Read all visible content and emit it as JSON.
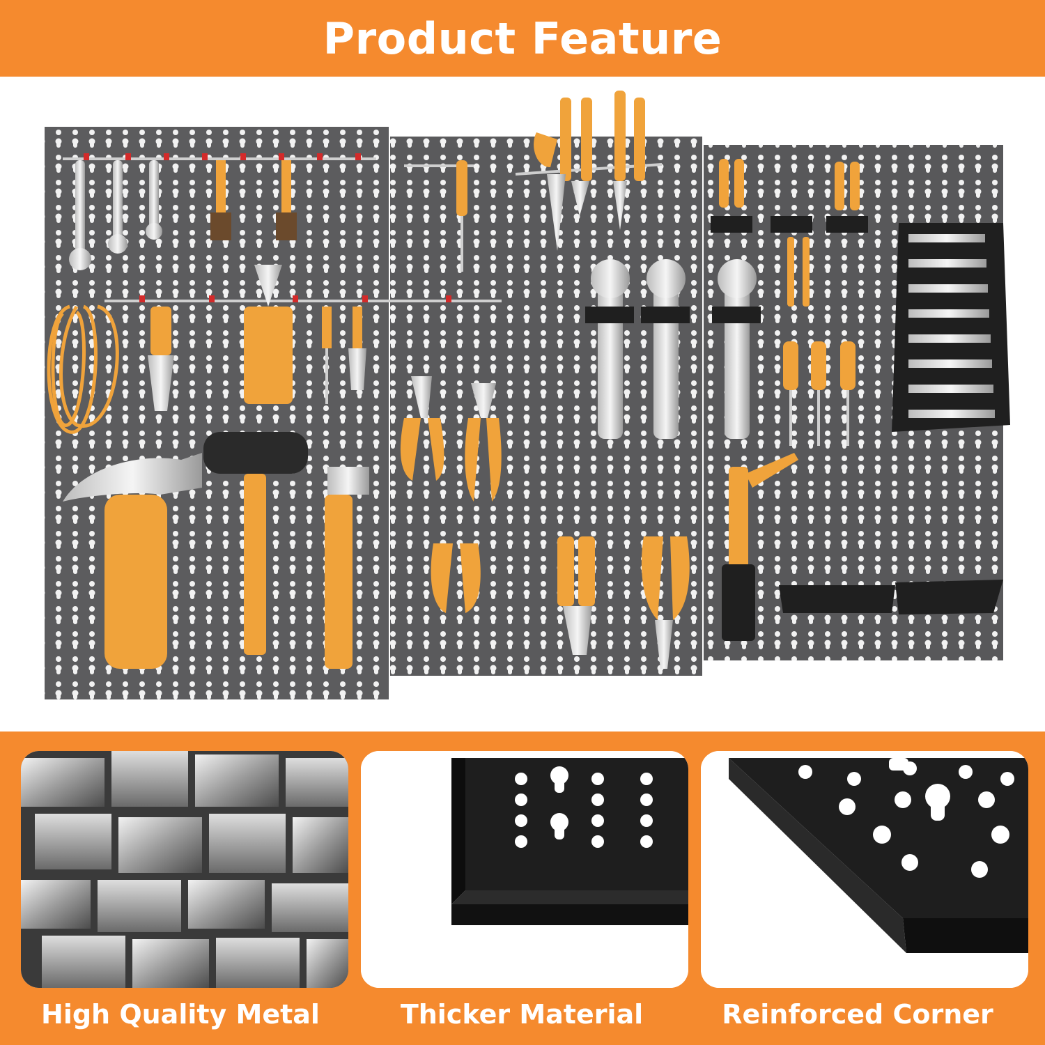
{
  "header": {
    "title": "Product Feature"
  },
  "features": [
    {
      "label": "High Quality Metal",
      "icon": "metal-bars-image"
    },
    {
      "label": "Thicker Material",
      "icon": "board-edge-image"
    },
    {
      "label": "Reinforced Corner",
      "icon": "board-corner-image"
    }
  ],
  "colors": {
    "accent": "#f58a2e",
    "board": "#5a5a5c",
    "tool_handle": "#f0a33b"
  }
}
